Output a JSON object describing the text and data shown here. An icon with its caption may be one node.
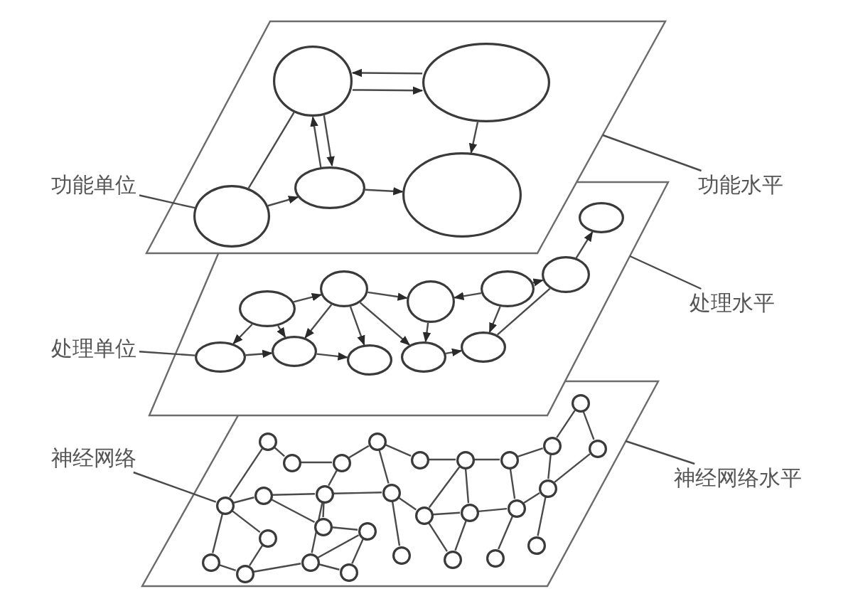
{
  "diagram": {
    "nodes": [
      {
        "text": [],
        "shape": "parallelogram"
      },
      {
        "text": [],
        "shape": "ellipse",
        "in": 0
      },
      {
        "text": [],
        "shape": "ellipse",
        "in": 0
      },
      {
        "text": [],
        "shape": "ellipse",
        "in": 0
      },
      {
        "text": [],
        "shape": "ellipse",
        "in": 0
      },
      {
        "text": [],
        "shape": "ellipse",
        "in": 0
      },
      {
        "text": [
          "功能单位"
        ]
      },
      {
        "text": [
          "功能水平"
        ]
      },
      {
        "text": [],
        "shape": "parallelogram"
      },
      {
        "text": [],
        "shape": "ellipse",
        "in": 8
      },
      {
        "text": [],
        "shape": "ellipse",
        "in": 8
      },
      {
        "text": [],
        "shape": "ellipse",
        "in": 8
      },
      {
        "text": [],
        "shape": "ellipse",
        "in": 8
      },
      {
        "text": [],
        "shape": "ellipse",
        "in": 8
      },
      {
        "text": [],
        "shape": "ellipse",
        "in": 8
      },
      {
        "text": [],
        "shape": "ellipse",
        "in": 8
      },
      {
        "text": [],
        "shape": "ellipse",
        "in": 8
      },
      {
        "text": [],
        "shape": "ellipse",
        "in": 8
      },
      {
        "text": [],
        "shape": "ellipse",
        "in": 8
      },
      {
        "text": [],
        "shape": "ellipse",
        "in": 8
      },
      {
        "text": [
          "处理单位"
        ]
      },
      {
        "text": [
          "处理水平"
        ]
      },
      {
        "text": [],
        "shape": "parallelogram"
      },
      {
        "text": [],
        "shape": "circle",
        "in": 22
      },
      {
        "text": [],
        "shape": "circle",
        "in": 22
      },
      {
        "text": [],
        "shape": "circle",
        "in": 22
      },
      {
        "text": [],
        "shape": "circle",
        "in": 22
      },
      {
        "text": [],
        "shape": "circle",
        "in": 22
      },
      {
        "text": [],
        "shape": "circle",
        "in": 22
      },
      {
        "text": [],
        "shape": "circle",
        "in": 22
      },
      {
        "text": [],
        "shape": "circle",
        "in": 22
      },
      {
        "text": [],
        "shape": "circle",
        "in": 22
      },
      {
        "text": [],
        "shape": "circle",
        "in": 22
      },
      {
        "text": [],
        "shape": "circle",
        "in": 22
      },
      {
        "text": [],
        "shape": "circle",
        "in": 22
      },
      {
        "text": [],
        "shape": "circle",
        "in": 22
      },
      {
        "text": [],
        "shape": "circle",
        "in": 22
      },
      {
        "text": [],
        "shape": "circle",
        "in": 22
      },
      {
        "text": [],
        "shape": "circle",
        "in": 22
      },
      {
        "text": [],
        "shape": "circle",
        "in": 22
      },
      {
        "text": [],
        "shape": "circle",
        "in": 22
      },
      {
        "text": [],
        "shape": "circle",
        "in": 22
      },
      {
        "text": [],
        "shape": "circle",
        "in": 22
      },
      {
        "text": [],
        "shape": "circle",
        "in": 22
      },
      {
        "text": [],
        "shape": "circle",
        "in": 22
      },
      {
        "text": [],
        "shape": "circle",
        "in": 22
      },
      {
        "text": [],
        "shape": "circle",
        "in": 22
      },
      {
        "text": [],
        "shape": "circle",
        "in": 22
      },
      {
        "text": [],
        "shape": "circle",
        "in": 22
      },
      {
        "text": [],
        "shape": "circle",
        "in": 22
      },
      {
        "text": [],
        "shape": "circle",
        "in": 22
      },
      {
        "text": [],
        "shape": "circle",
        "in": 22
      },
      {
        "text": [
          "神经网络"
        ]
      },
      {
        "text": [
          "神经网络水平"
        ]
      }
    ],
    "edges": [
      {
        "from": 2,
        "to": 1,
        "arrow": "to"
      },
      {
        "from": 1,
        "to": 2,
        "arrow": "to"
      },
      {
        "from": 1,
        "to": 3,
        "arrow": "to"
      },
      {
        "from": 3,
        "to": 1,
        "arrow": "to"
      },
      {
        "from": 2,
        "to": 4,
        "arrow": "to"
      },
      {
        "from": 3,
        "to": 4,
        "arrow": "to"
      },
      {
        "from": 5,
        "to": 3,
        "arrow": "to"
      },
      {
        "from": 5,
        "to": 1,
        "arrow": "none"
      },
      {
        "from": 9,
        "to": 10,
        "arrow": "to"
      },
      {
        "from": 10,
        "to": 11,
        "arrow": "to"
      },
      {
        "from": 12,
        "to": 11,
        "arrow": "to"
      },
      {
        "from": 12,
        "to": 13,
        "arrow": "to"
      },
      {
        "from": 13,
        "to": 14,
        "arrow": "to"
      },
      {
        "from": 9,
        "to": 15,
        "arrow": "to"
      },
      {
        "from": 9,
        "to": 16,
        "arrow": "to"
      },
      {
        "from": 10,
        "to": 16,
        "arrow": "to"
      },
      {
        "from": 10,
        "to": 17,
        "arrow": "to"
      },
      {
        "from": 10,
        "to": 18,
        "arrow": "to"
      },
      {
        "from": 11,
        "to": 18,
        "arrow": "to"
      },
      {
        "from": 12,
        "to": 19,
        "arrow": "to"
      },
      {
        "from": 15,
        "to": 16,
        "arrow": "to"
      },
      {
        "from": 16,
        "to": 17,
        "arrow": "to"
      },
      {
        "from": 18,
        "to": 19,
        "arrow": "to"
      },
      {
        "from": 19,
        "to": 13,
        "arrow": "none"
      },
      {
        "from": 23,
        "to": 24,
        "arrow": "none"
      },
      {
        "from": 24,
        "to": 25,
        "arrow": "none"
      },
      {
        "from": 25,
        "to": 26,
        "arrow": "none"
      },
      {
        "from": 26,
        "to": 27,
        "arrow": "none"
      },
      {
        "from": 27,
        "to": 28,
        "arrow": "none"
      },
      {
        "from": 28,
        "to": 29,
        "arrow": "none"
      },
      {
        "from": 29,
        "to": 30,
        "arrow": "none"
      },
      {
        "from": 30,
        "to": 31,
        "arrow": "none"
      },
      {
        "from": 31,
        "to": 32,
        "arrow": "none"
      },
      {
        "from": 30,
        "to": 40,
        "arrow": "none"
      },
      {
        "from": 32,
        "to": 40,
        "arrow": "none"
      },
      {
        "from": 23,
        "to": 33,
        "arrow": "none"
      },
      {
        "from": 33,
        "to": 34,
        "arrow": "none"
      },
      {
        "from": 34,
        "to": 35,
        "arrow": "none"
      },
      {
        "from": 35,
        "to": 36,
        "arrow": "none"
      },
      {
        "from": 33,
        "to": 44,
        "arrow": "none"
      },
      {
        "from": 33,
        "to": 43,
        "arrow": "none"
      },
      {
        "from": 34,
        "to": 41,
        "arrow": "none"
      },
      {
        "from": 35,
        "to": 41,
        "arrow": "none"
      },
      {
        "from": 35,
        "to": 46,
        "arrow": "none"
      },
      {
        "from": 26,
        "to": 36,
        "arrow": "none"
      },
      {
        "from": 36,
        "to": 48,
        "arrow": "none"
      },
      {
        "from": 37,
        "to": 38,
        "arrow": "none"
      },
      {
        "from": 38,
        "to": 39,
        "arrow": "none"
      },
      {
        "from": 39,
        "to": 40,
        "arrow": "none"
      },
      {
        "from": 28,
        "to": 38,
        "arrow": "none"
      },
      {
        "from": 29,
        "to": 39,
        "arrow": "none"
      },
      {
        "from": 37,
        "to": 49,
        "arrow": "none"
      },
      {
        "from": 38,
        "to": 49,
        "arrow": "none"
      },
      {
        "from": 39,
        "to": 50,
        "arrow": "none"
      },
      {
        "from": 40,
        "to": 51,
        "arrow": "none"
      },
      {
        "from": 41,
        "to": 42,
        "arrow": "none"
      },
      {
        "from": 42,
        "to": 46,
        "arrow": "none"
      },
      {
        "from": 43,
        "to": 45,
        "arrow": "none"
      },
      {
        "from": 44,
        "to": 45,
        "arrow": "none"
      },
      {
        "from": 45,
        "to": 46,
        "arrow": "none"
      },
      {
        "from": 46,
        "to": 47,
        "arrow": "none"
      },
      {
        "from": 47,
        "to": 42,
        "arrow": "none"
      },
      {
        "from": 36,
        "to": 37,
        "arrow": "none"
      },
      {
        "from": 28,
        "to": 37,
        "arrow": "none"
      },
      {
        "from": 25,
        "to": 35,
        "arrow": "none"
      },
      {
        "from": 6,
        "to": 5,
        "arrow": "none"
      },
      {
        "from": 7,
        "to": 0,
        "arrow": "none"
      },
      {
        "from": 20,
        "to": 15,
        "arrow": "none"
      },
      {
        "from": 21,
        "to": 8,
        "arrow": "none"
      },
      {
        "from": 52,
        "to": 33,
        "arrow": "none"
      },
      {
        "from": 53,
        "to": 22,
        "arrow": "none"
      }
    ]
  }
}
